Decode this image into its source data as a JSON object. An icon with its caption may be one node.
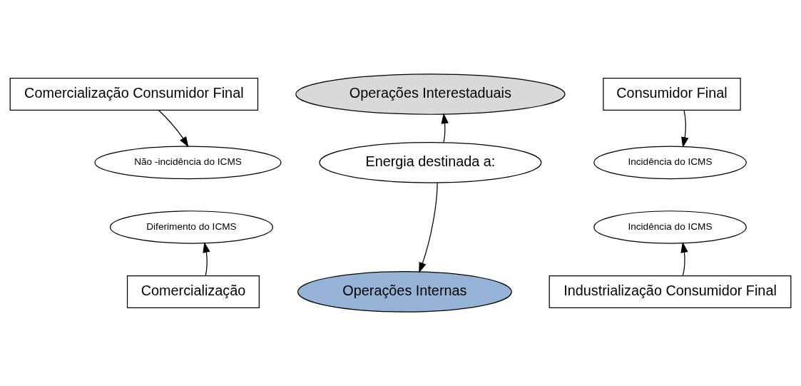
{
  "diagram": {
    "nodes": [
      {
        "text": [
          "Operações Interestaduais"
        ]
      },
      {
        "text": [
          "Comercialização Consumidor Final"
        ]
      },
      {
        "text": [
          "Consumidor Final"
        ]
      },
      {
        "text": [
          "Não -incidência do ICMS"
        ]
      },
      {
        "text": [
          "Energia destinada a:"
        ]
      },
      {
        "text": [
          "Incidência do ICMS"
        ]
      },
      {
        "text": [
          "Diferimento do ICMS"
        ]
      },
      {
        "text": [
          "Incidência do ICMS"
        ]
      },
      {
        "text": [
          "Comercialização"
        ]
      },
      {
        "text": [
          "Industrialização Consumidor Final"
        ]
      },
      {
        "text": [
          "Operações Internas"
        ]
      }
    ],
    "edges": [
      {
        "from": 4,
        "to": 0,
        "arrow": "to"
      },
      {
        "from": 1,
        "to": 3,
        "arrow": "to"
      },
      {
        "from": 2,
        "to": 5,
        "arrow": "to"
      },
      {
        "from": 4,
        "to": 10,
        "arrow": "to"
      },
      {
        "from": 8,
        "to": 6,
        "arrow": "to"
      },
      {
        "from": 9,
        "to": 7,
        "arrow": "to"
      }
    ]
  }
}
